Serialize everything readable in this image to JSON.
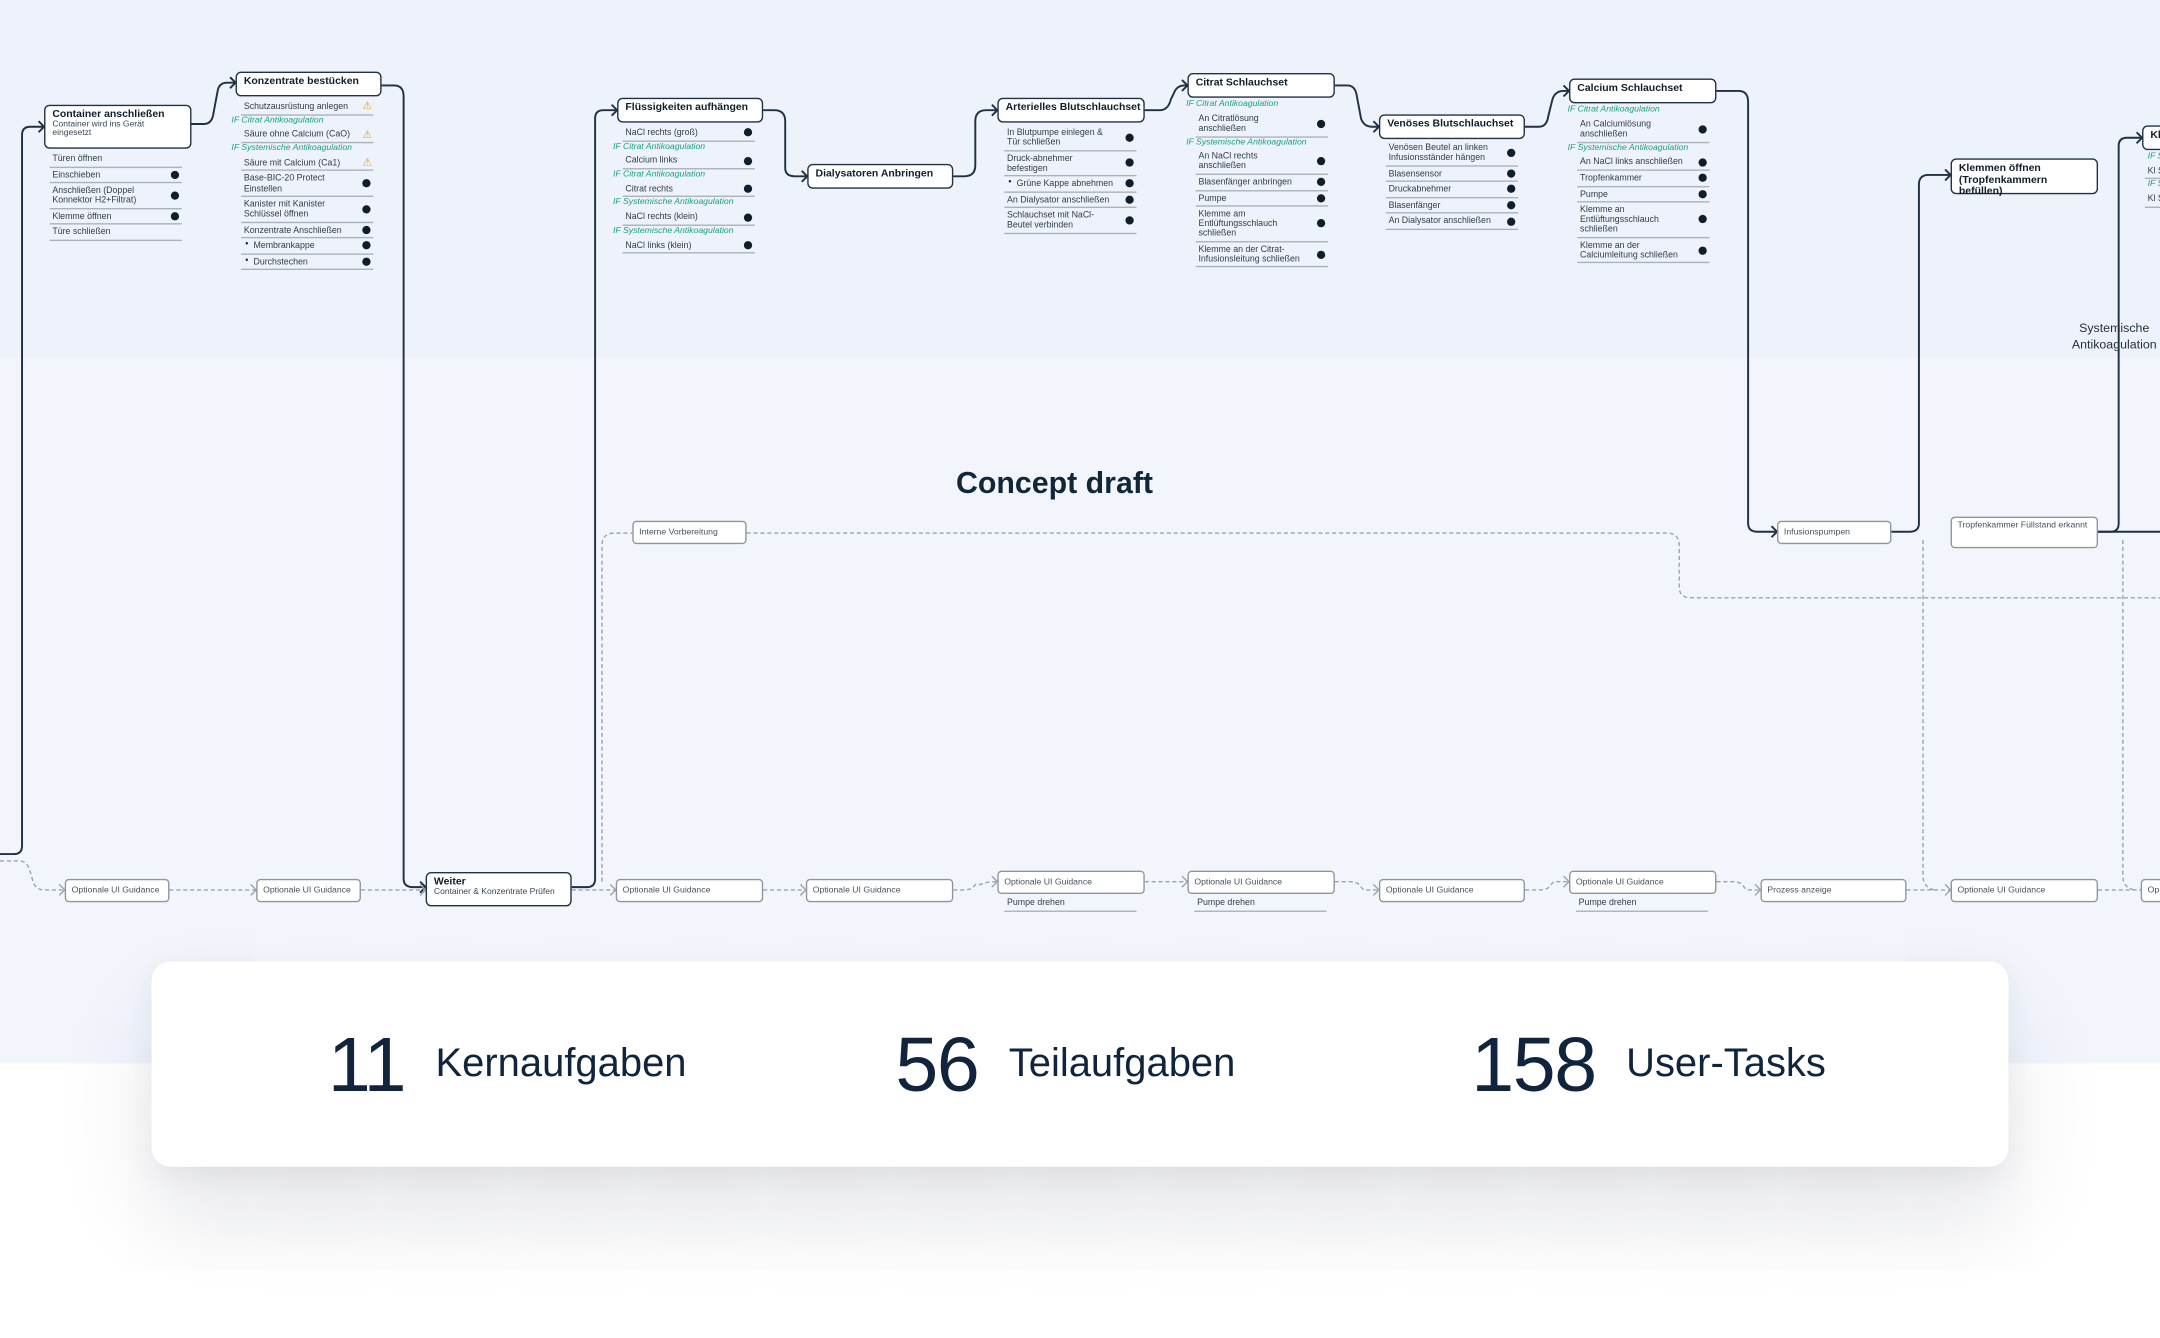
{
  "heading": "Concept draft",
  "side_label": [
    "Systemische",
    "Antikoagulation"
  ],
  "stats": [
    {
      "value": "11",
      "label": "Kernaufgaben"
    },
    {
      "value": "56",
      "label": "Teilaufgaben"
    },
    {
      "value": "158",
      "label": "User-Tasks"
    }
  ],
  "colors": {
    "accent": "#17a07f",
    "warning": "#e4a300",
    "ink": "#10253d",
    "background": "#eef2fa"
  },
  "boxes": {
    "container": {
      "title": "Container anschließen",
      "subtitle": "Container wird ins Gerät eingesetzt"
    },
    "konzentrate": {
      "title": "Konzentrate bestücken"
    },
    "fluessigkeiten": {
      "title": "Flüssigkeiten aufhängen"
    },
    "dialysatoren": {
      "title": "Dialysatoren Anbringen"
    },
    "arteriell": {
      "title": "Arterielles Blutschlauchset"
    },
    "citrat": {
      "title": "Citrat Schlauchset"
    },
    "venoes": {
      "title": "Venöses Blutschlauchset"
    },
    "calcium": {
      "title": "Calcium Schlauchset"
    },
    "klemmen": {
      "title": "Klemmen öffnen (Tropfenkammern befüllen)"
    },
    "edge": {
      "title": "Kl"
    },
    "weiter": {
      "title": "Weiter",
      "subtitle": "Container & Konzentrate Prüfen"
    }
  },
  "lists": {
    "container": [
      "Türen öffnen",
      "Einschieben",
      "Anschließen (Doppel Konnektor H2+Filtrat)",
      "Klemme öffnen",
      "Türe schließen"
    ],
    "konzentrate": {
      "r1": "Schutzausrüstung anlegen",
      "if1": "IF Citrat Antikoagulation",
      "r2": "Säure ohne Calcium (CaO)",
      "if2": "IF Systemische Antikoagulation",
      "r3": "Säure mit Calcium (Ca1)",
      "r4": "Base-BIC-20 Protect Einstellen",
      "r5": "Kanister mit Kanister Schlüssel öffnen",
      "r6": "Konzentrate Anschließen",
      "r7": "Membrankappe",
      "r8": "Durchstechen"
    },
    "fluessigkeiten": {
      "r1": "NaCl rechts (groß)",
      "if1": "IF Citrat Antikoagulation",
      "r2": "Calcium links",
      "if2": "IF Citrat Antikoagulation",
      "r3": "Citrat rechts",
      "if3": "IF Systemische Antikoagulation",
      "r4": "NaCl rechts (klein)",
      "if4": "IF Systemische Antikoagulation",
      "r5": "NaCl links (klein)"
    },
    "arteriell": [
      "In Blutpumpe einlegen & Tür schließen",
      "Druck-abnehmer befestigen",
      "Grüne Kappe abnehmen",
      "An Dialysator anschließen",
      "Schlauchset mit NaCl-Beutel verbinden"
    ],
    "citrat": {
      "if1": "IF Citrat Antikoagulation",
      "r1": "An Citratlösung anschließen",
      "if2": "IF Systemische Antikoagulation",
      "r2": "An NaCl rechts anschließen",
      "r3": "Blasenfänger anbringen",
      "r4": "Pumpe",
      "r5": "Klemme am Entlüftungsschlauch schließen",
      "r6": "Klemme an der Citrat-Infusionsleitung schließen"
    },
    "venoes": [
      "Venösen Beutel an linken Infusionsständer hängen",
      "Blasensensor",
      "Druckabnehmer",
      "Blasenfänger",
      "An Dialysator anschließen"
    ],
    "calcium": {
      "if1": "IF Citrat Antikoagulation",
      "r1": "An Calciumlösung anschließen",
      "if2": "IF Systemische Antikoagulation",
      "r2": "An NaCl links anschließen",
      "r3": "Tropfenkammer",
      "r4": "Pumpe",
      "r5": "Klemme an Entlüftungsschlauch schließen",
      "r6": "Klemme an der Calciumleitung schließen"
    },
    "edge": [
      "IF Sy",
      "Kl Sc",
      "IF Sy",
      "Kl Sc"
    ]
  },
  "guidance": {
    "g1": "Optionale UI Guidance",
    "g2": "Optionale UI Guidance",
    "g3": "Optionale UI Guidance",
    "g4": "Optionale UI Guidance",
    "g5": "Optionale UI Guidance",
    "g5b": "Pumpe drehen",
    "g6": "Optionale UI Guidance",
    "g6b": "Pumpe drehen",
    "g7": "Optionale UI Guidance",
    "g8": "Optionale UI Guidance",
    "g8b": "Pumpe drehen",
    "g9": "Prozess anzeige",
    "g10": "Optionale UI Guidance",
    "g11": "Op"
  },
  "internal": {
    "interne": "Interne Vorbereitung",
    "infusion": "Infusionspumpen",
    "tropfen": "Tropfenkammer Füllstand erkannt"
  }
}
